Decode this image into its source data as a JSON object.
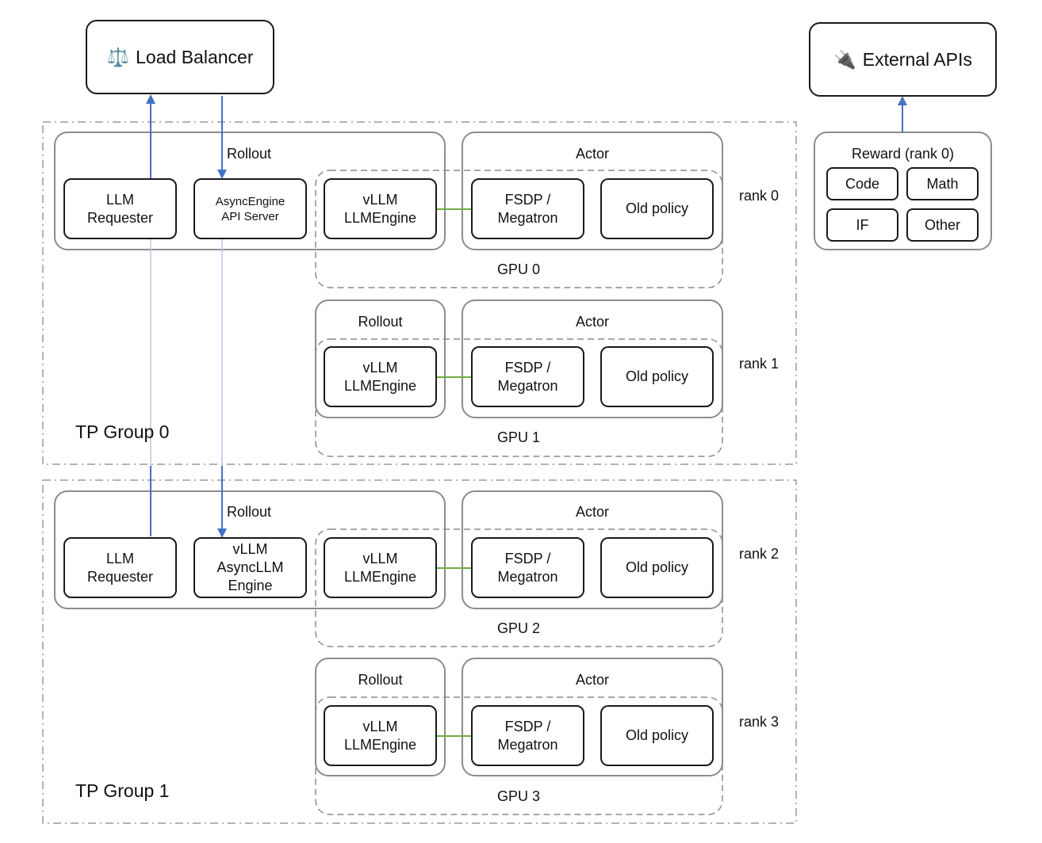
{
  "load_balancer": {
    "icon": "balance-scale-icon",
    "glyph": "⚖️",
    "label": "Load Balancer"
  },
  "external_apis": {
    "icon": "plug-icon",
    "glyph": "🔌",
    "label": "External APIs"
  },
  "reward": {
    "title": "Reward (rank 0)",
    "items": [
      "Code",
      "Math",
      "IF",
      "Other"
    ]
  },
  "tp_groups": [
    "TP Group 0",
    "TP Group 1"
  ],
  "ranks": [
    "rank 0",
    "rank 1",
    "rank 2",
    "rank 3"
  ],
  "gpus": [
    "GPU 0",
    "GPU 1",
    "GPU 2",
    "GPU 3"
  ],
  "labels": {
    "rollout": "Rollout",
    "actor": "Actor"
  },
  "components": {
    "llm_requester": "LLM\nRequester",
    "async_engine_api_server": "AsyncEngine\nAPI Server",
    "vllm_async_llm_engine": "vLLM\nAsyncLLM\nEngine",
    "vllm_llm_engine": "vLLM\nLLMEngine",
    "fsdp_megatron": "FSDP /\nMegatron",
    "old_policy": "Old policy"
  },
  "colors": {
    "arrow": "#4472c4",
    "link": "#70ad47",
    "border": "#1a1a1a",
    "frame": "#8c8c8c"
  }
}
